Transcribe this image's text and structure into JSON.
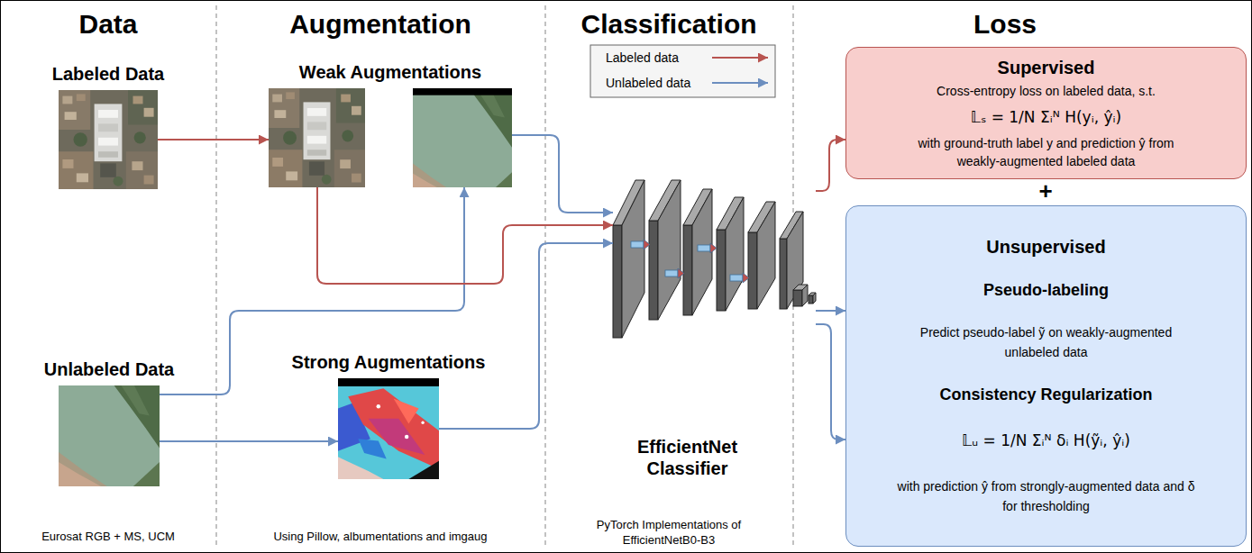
{
  "diagram": {
    "nodes": [
      {
        "text": [
          "Labeled Data"
        ]
      },
      {
        "text": [
          "Unlabeled Data"
        ]
      },
      {
        "text": [
          "Weak Augmentations"
        ]
      },
      {
        "text": [
          "Strong Augmentations"
        ]
      },
      {
        "text": [
          "EfficientNet Classifier"
        ]
      },
      {
        "text": [
          "Supervised",
          "Cross-entropy loss on labeled data, s.t.",
          "𝕃ₛ = 1/N Σᵢᴺ H(yᵢ, ŷᵢ)",
          "with ground-truth label y and prediction ŷ from weakly-augmented labeled data"
        ]
      },
      {
        "text": [
          "Unsupervised",
          "Pseudo-labeling",
          "Predict pseudo-label ỹ on weakly-augmented unlabeled data",
          "Consistency Regularization",
          "𝕃ᵤ = 1/N Σᵢᴺ δᵢ H(ỹᵢ, ŷᵢ)",
          "with prediction ŷ from strongly-augmented data and δ for thresholding"
        ]
      }
    ],
    "edges": [
      {
        "from": 0,
        "to": 2,
        "arrow": "to"
      },
      {
        "from": 1,
        "to": 2,
        "arrow": "to"
      },
      {
        "from": 1,
        "to": 3,
        "arrow": "to"
      },
      {
        "from": 2,
        "to": 4,
        "arrow": "to"
      },
      {
        "from": 2,
        "to": 4,
        "arrow": "to"
      },
      {
        "from": 3,
        "to": 4,
        "arrow": "to"
      },
      {
        "from": 4,
        "to": 5,
        "arrow": "to"
      },
      {
        "from": 4,
        "to": 6,
        "arrow": "to"
      },
      {
        "from": 4,
        "to": 6,
        "arrow": "to"
      }
    ],
    "labels": [
      "Data",
      "Augmentation",
      "Classification",
      "Loss",
      "+",
      "Eurosat RGB + MS, UCM",
      "Using Pillow, albumentations and imgaug",
      "PyTorch Implementations of EfficientNetB0-B3"
    ],
    "legend": [
      {
        "text": "Labeled data"
      },
      {
        "text": "Unlabeled data"
      }
    ]
  }
}
